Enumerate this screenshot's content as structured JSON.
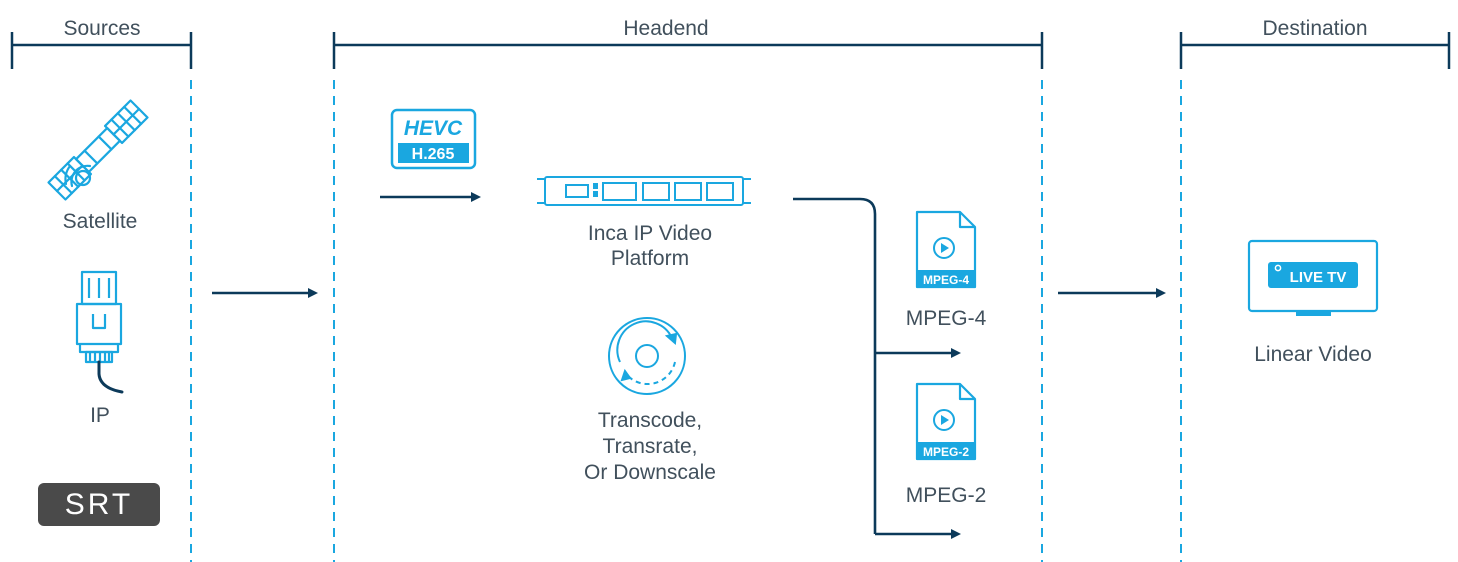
{
  "sections": {
    "sources": "Sources",
    "headend": "Headend",
    "destination": "Destination"
  },
  "sources": {
    "satellite_label": "Satellite",
    "ip_label": "IP",
    "srt_logo": "SRT"
  },
  "headend": {
    "codec_badge_top": "HEVC",
    "codec_badge_bottom": "H.265",
    "device_label_line1": "Inca IP Video",
    "device_label_line2": "Platform",
    "process_line1": "Transcode,",
    "process_line2": "Transrate,",
    "process_line3": "Or Downscale",
    "outputs": [
      {
        "file_badge": "MPEG-4",
        "label": "MPEG-4"
      },
      {
        "file_badge": "MPEG-2",
        "label": "MPEG-2"
      }
    ]
  },
  "destination": {
    "tv_badge": "LIVE TV",
    "label": "Linear Video"
  },
  "colors": {
    "accent": "#1aa7e0",
    "navy": "#0c3a5a",
    "text": "#41505c",
    "logo_bg": "#4a4a4a"
  }
}
